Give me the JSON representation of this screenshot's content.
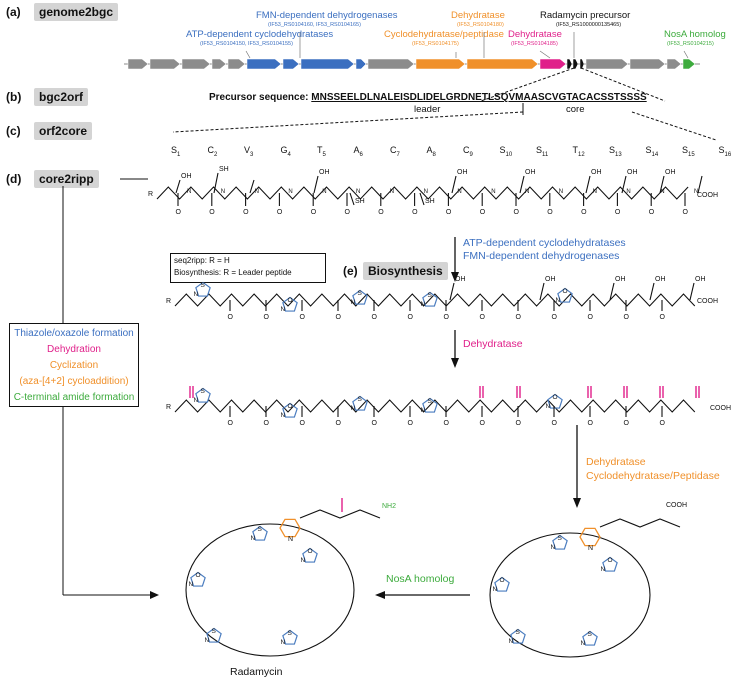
{
  "panels": [
    {
      "letter": "(a)",
      "tag": "genome2bgc"
    },
    {
      "letter": "(b)",
      "tag": "bgc2orf"
    },
    {
      "letter": "(c)",
      "tag": "orf2core"
    },
    {
      "letter": "(d)",
      "tag": "core2ripp"
    }
  ],
  "gene_labels": [
    {
      "name": "ATP-dependent cyclodehydratases",
      "ids": "(IF53_RS0104150, IF53_RS0104155)",
      "color": "#3b6fc0"
    },
    {
      "name": "FMN-dependent dehydrogenases",
      "ids": "(IF53_RS0104160, IF53_RS0104165)",
      "color": "#3b6fc0"
    },
    {
      "name": "Dehydratase",
      "ids": "(IF53_RS0104180)",
      "color": "#f0902a"
    },
    {
      "name": "Cyclodehydratase/peptidase",
      "ids": "(IF53_RS0104175)",
      "color": "#f0902a"
    },
    {
      "name": "Radamycin precursor",
      "ids": "(IF53_RS1000000135465)",
      "color": "#111111"
    },
    {
      "name": "Dehydratase",
      "ids": "(IF53_RS0104185)",
      "color": "#e0208a"
    },
    {
      "name": "NosA homolog",
      "ids": "(IF53_RS0104215)",
      "color": "#3dab3d"
    }
  ],
  "precursor": {
    "label": "Precursor sequence:",
    "leader_seq": "MNSSEELDLNALEISDLIDELGRDNETLSQVMAA",
    "core_seq": "SCVGTACACSSTSSSS",
    "leader_label": "leader",
    "core_label": "core"
  },
  "residues": [
    {
      "aa": "S",
      "n": "1"
    },
    {
      "aa": "C",
      "n": "2"
    },
    {
      "aa": "V",
      "n": "3"
    },
    {
      "aa": "G",
      "n": "4"
    },
    {
      "aa": "T",
      "n": "5"
    },
    {
      "aa": "A",
      "n": "6"
    },
    {
      "aa": "C",
      "n": "7"
    },
    {
      "aa": "A",
      "n": "8"
    },
    {
      "aa": "C",
      "n": "9"
    },
    {
      "aa": "S",
      "n": "10"
    },
    {
      "aa": "S",
      "n": "11"
    },
    {
      "aa": "T",
      "n": "12"
    },
    {
      "aa": "S",
      "n": "13"
    },
    {
      "aa": "S",
      "n": "14"
    },
    {
      "aa": "S",
      "n": "15"
    },
    {
      "aa": "S",
      "n": "16"
    }
  ],
  "r_box": {
    "line1": "seq2ripp:    R = H",
    "line2": "Biosynthesis: R = Leader peptide"
  },
  "biosynthesis": {
    "letter": "(e)",
    "tag": "Biosynthesis"
  },
  "steps": {
    "step1_line1": "ATP-dependent cyclodehydratases",
    "step1_line2": "FMN-dependent dehydrogenases",
    "step2": "Dehydratase",
    "step3_line1": "Dehydratase",
    "step3_line2": "Cyclodehydratase/Peptidase",
    "step4": "NosA homolog"
  },
  "modifications": [
    {
      "text": "Thiazole/oxazole formation",
      "color": "#3b6fc0"
    },
    {
      "text": "Dehydration",
      "color": "#e0208a"
    },
    {
      "text": "Cyclization",
      "color": "#f0902a"
    },
    {
      "text": "(aza-[4+2] cycloaddition)",
      "color": "#f0902a"
    },
    {
      "text": "C-terminal amide formation",
      "color": "#3dab3d"
    }
  ],
  "chem": {
    "sh": "SH",
    "oh": "OH",
    "cooh": "COOH",
    "nh2": "NH2",
    "h": "H",
    "n": "N",
    "o": "O",
    "s": "S",
    "r": "R"
  },
  "product_label": "Radamycin",
  "colors": {
    "blue": "#3b6fc0",
    "orange": "#f0902a",
    "pink": "#e0208a",
    "green": "#3dab3d",
    "gray": "#8c8c8c"
  }
}
